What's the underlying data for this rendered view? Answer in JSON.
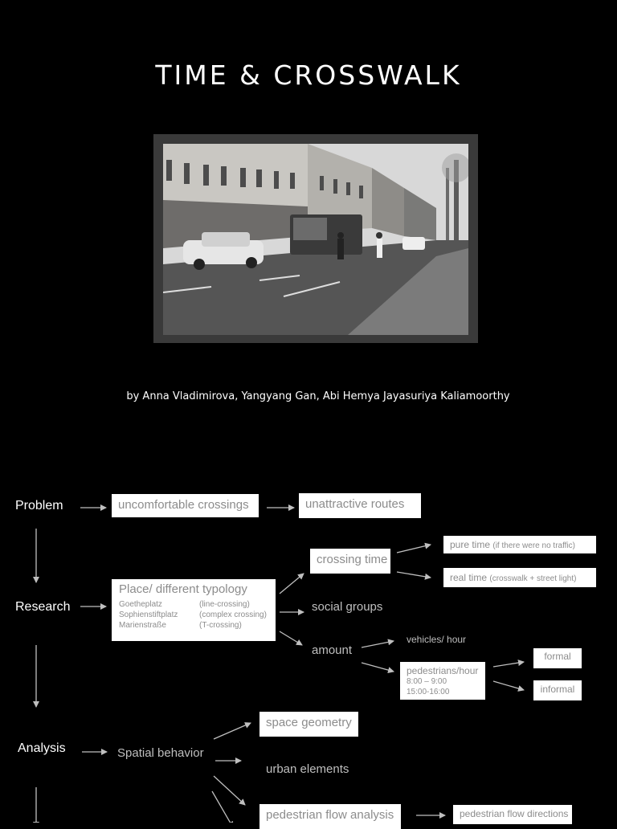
{
  "title": "TIME & CROSSWALK",
  "authors": "by Anna Vladimirova, Yangyang Gan, Abi Hemya Jayasuriya Kaliamoorthy",
  "stages": {
    "problem": "Problem",
    "research": "Research",
    "analysis": "Analysis"
  },
  "problem": {
    "box1": "uncomfortable crossings",
    "box2": "unattractive routes"
  },
  "research": {
    "place_title": "Place/ different typology",
    "typology": [
      {
        "place": "Goetheplatz",
        "type": "(line-crossing)"
      },
      {
        "place": "Sophienstiftplatz",
        "type": "(complex crossing)"
      },
      {
        "place": "Marienstraße",
        "type": "(T-crossing)"
      }
    ],
    "crossing_time": "crossing time",
    "pure_time": "pure time",
    "pure_time_note": "(if there were no traffic)",
    "real_time": "real time",
    "real_time_note": "(crosswalk + street light)",
    "social_groups": "social groups",
    "amount": "amount",
    "vehicles": "vehicles/ hour",
    "pedestrians": "pedestrians/hour",
    "pedestrians_t1": "8:00 – 9:00",
    "pedestrians_t2": "15:00-16:00",
    "formal": "formal",
    "informal": "informal"
  },
  "analysis": {
    "spatial": "Spatial behavior",
    "space_geometry": "space geometry",
    "urban_elements": "urban elements",
    "flow_analysis": "pedestrian flow analysis",
    "flow_directions": "pedestrian flow directions"
  },
  "colors": {
    "background": "#000000",
    "box": "#ffffff",
    "box_text": "#8c8c8c",
    "grey_text": "#bfbfbf",
    "arrow": "#bfbfbf"
  }
}
